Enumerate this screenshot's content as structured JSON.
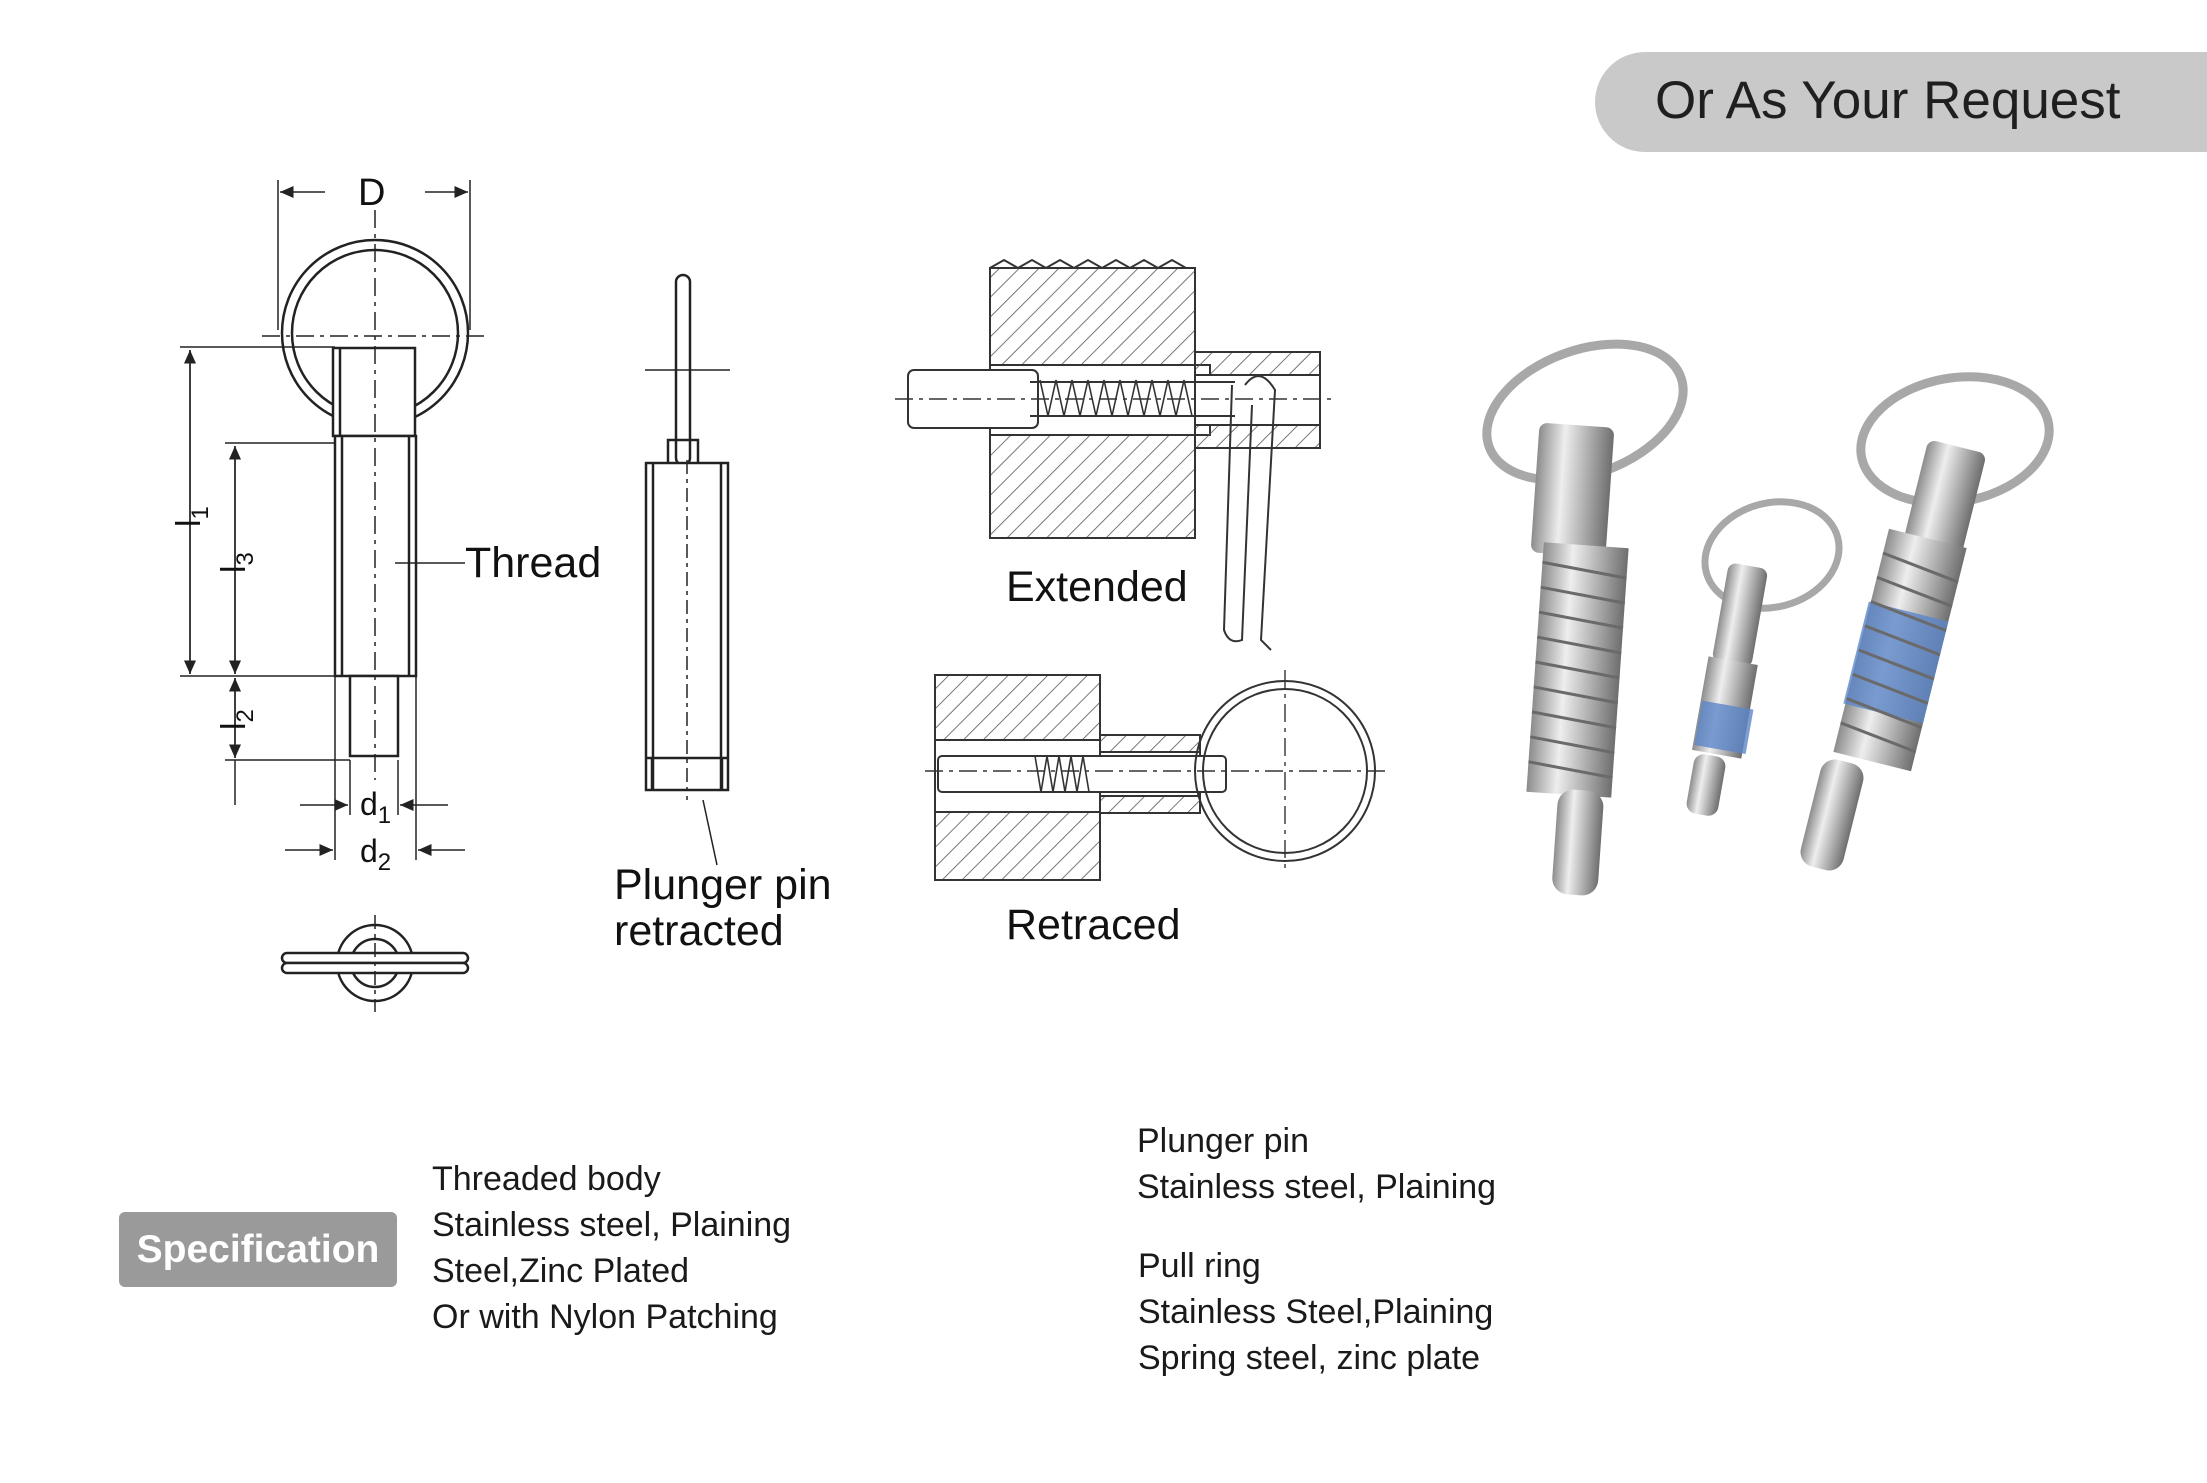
{
  "banner": {
    "text": "Or As Your Request"
  },
  "drawing": {
    "dim_D": "D",
    "dim_l1": "l",
    "dim_l1_sub": "1",
    "dim_l3": "l",
    "dim_l3_sub": "3",
    "dim_l2": "l",
    "dim_l2_sub": "2",
    "dim_d1": "d",
    "dim_d1_sub": "1",
    "dim_d2": "d",
    "dim_d2_sub": "2",
    "thread_label": "Thread",
    "plunger_label_line1": "Plunger pin",
    "plunger_label_line2": "retracted",
    "extended_label": "Extended",
    "retraced_label": "Retraced"
  },
  "specification": {
    "badge": "Specification",
    "threaded_body": [
      "Threaded body",
      "Stainless steel, Plaining",
      "Steel,Zinc Plated",
      "Or with Nylon Patching"
    ],
    "plunger_pin": [
      "Plunger pin",
      "Stainless steel, Plaining"
    ],
    "pull_ring": [
      "Pull ring",
      "Stainless Steel,Plaining",
      "Spring steel, zinc plate"
    ]
  },
  "colors": {
    "banner_bg": "#c9c9c9",
    "badge_bg": "#9a9a9a",
    "nylon_patch": "#5b86c8"
  }
}
